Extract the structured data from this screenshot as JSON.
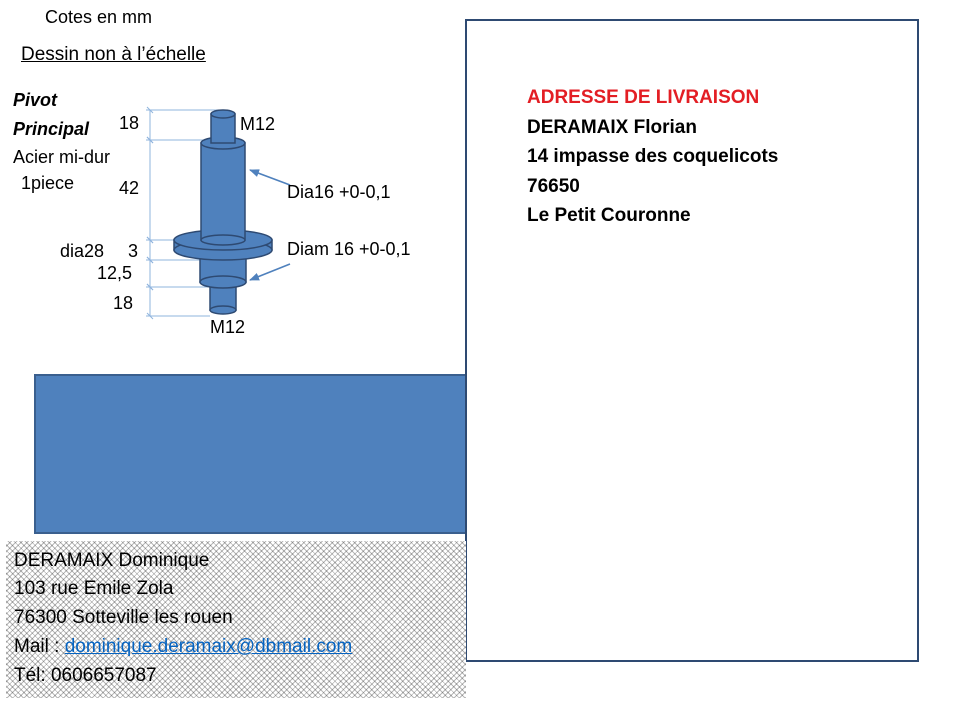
{
  "notes": {
    "units": "Cotes en mm",
    "scale": "Dessin non à l’échelle"
  },
  "part": {
    "name_line1": "Pivot",
    "name_line2": "Principal",
    "material": "Acier mi-dur",
    "quantity": "1piece"
  },
  "dimensions": {
    "top_length": "18",
    "upper_length": "42",
    "collar_diameter": "dia28",
    "collar_thickness": "3",
    "lower_length": "12,5",
    "bottom_length": "18",
    "thread_top": "M12",
    "thread_bottom": "M12",
    "upper_shaft_tolerance": "Dia16  +0-0,1",
    "lower_shaft_tolerance": "Diam 16 +0-0,1"
  },
  "shipping": {
    "heading": "ADRESSE DE LIVRAISON",
    "name": "DERAMAIX  Florian",
    "street": "14 impasse des coquelicots",
    "postcode": "76650",
    "city": "Le Petit Couronne"
  },
  "sender": {
    "name": "DERAMAIX Dominique",
    "street": "103 rue Emile Zola",
    "city": "76300 Sotteville les rouen",
    "mail_label": "Mail : ",
    "mail": "dominique.deramaix@dbmail.com",
    "phone": "Tél: 0606657087"
  },
  "colors": {
    "part_fill": "#4f81bd",
    "part_stroke": "#2e4a72",
    "heading_red": "#e31e24",
    "link_blue": "#0563c1",
    "dimension_line": "#8fb4de"
  }
}
